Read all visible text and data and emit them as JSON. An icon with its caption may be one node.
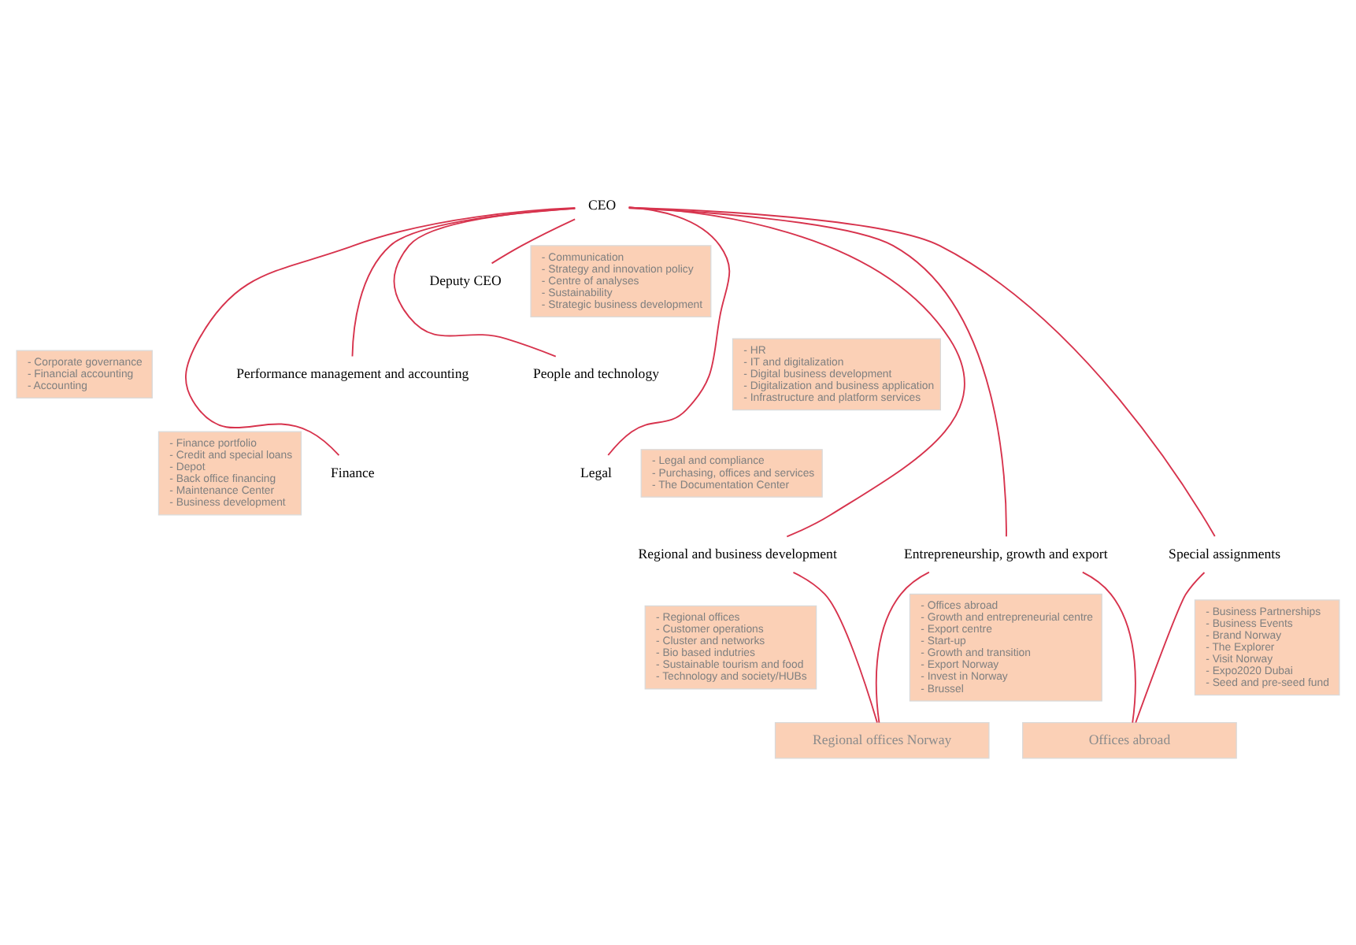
{
  "diagram": {
    "nodes": [
      {
        "text": [
          "CEO"
        ]
      },
      {
        "text": [
          "Deputy CEO"
        ]
      },
      {
        "text": [
          "- Communication",
          "- Strategy and innovation policy",
          "- Centre of analyses",
          "- Sustainability",
          "- Strategic business development"
        ]
      },
      {
        "text": [
          "Performance management and accounting"
        ]
      },
      {
        "text": [
          "- Corporate governance",
          "- Financial accounting",
          "- Accounting"
        ]
      },
      {
        "text": [
          "People and technology"
        ]
      },
      {
        "text": [
          "- HR",
          "- IT and digitalization",
          "- Digital business development",
          "- Digitalization and business application",
          "- Infrastructure and platform services"
        ]
      },
      {
        "text": [
          "Finance"
        ]
      },
      {
        "text": [
          "- Finance portfolio",
          "- Credit and special loans",
          "- Depot",
          "- Back office financing",
          "- Maintenance Center",
          "- Business development"
        ]
      },
      {
        "text": [
          "Legal"
        ]
      },
      {
        "text": [
          "- Legal and compliance",
          "- Purchasing, offices and services",
          "- The Documentation Center"
        ]
      },
      {
        "text": [
          "Regional and business development"
        ]
      },
      {
        "text": [
          "- Regional offices",
          "- Customer operations",
          "- Cluster and networks",
          "- Bio based indutries",
          "- Sustainable tourism and food",
          "- Technology and society/HUBs"
        ]
      },
      {
        "text": [
          "Entrepreneurship, growth and export"
        ]
      },
      {
        "text": [
          "- Offices abroad",
          "- Growth and entrepreneurial centre",
          "- Export centre",
          "- Start-up",
          "- Growth and transition",
          "- Export Norway",
          "- Invest in Norway",
          "- Brussel"
        ]
      },
      {
        "text": [
          "Special assignments"
        ]
      },
      {
        "text": [
          "- Business Partnerships",
          "- Business Events",
          "- Brand Norway",
          "- The Explorer",
          "- Visit Norway",
          "- Expo2020 Dubai",
          "- Seed and pre-seed fund"
        ]
      },
      {
        "text": [
          "Regional offices Norway"
        ]
      },
      {
        "text": [
          "Offices abroad"
        ]
      }
    ],
    "edges": [
      {
        "from": 0,
        "to": 1,
        "arrow": "none"
      },
      {
        "from": 0,
        "to": 3,
        "arrow": "none"
      },
      {
        "from": 0,
        "to": 5,
        "arrow": "none"
      },
      {
        "from": 0,
        "to": 7,
        "arrow": "none"
      },
      {
        "from": 0,
        "to": 9,
        "arrow": "none"
      },
      {
        "from": 0,
        "to": 11,
        "arrow": "none"
      },
      {
        "from": 0,
        "to": 13,
        "arrow": "none"
      },
      {
        "from": 0,
        "to": 15,
        "arrow": "none"
      },
      {
        "from": 11,
        "to": 17,
        "arrow": "none"
      },
      {
        "from": 13,
        "to": 17,
        "arrow": "none"
      },
      {
        "from": 13,
        "to": 18,
        "arrow": "none"
      },
      {
        "from": 15,
        "to": 18,
        "arrow": "none"
      }
    ]
  }
}
